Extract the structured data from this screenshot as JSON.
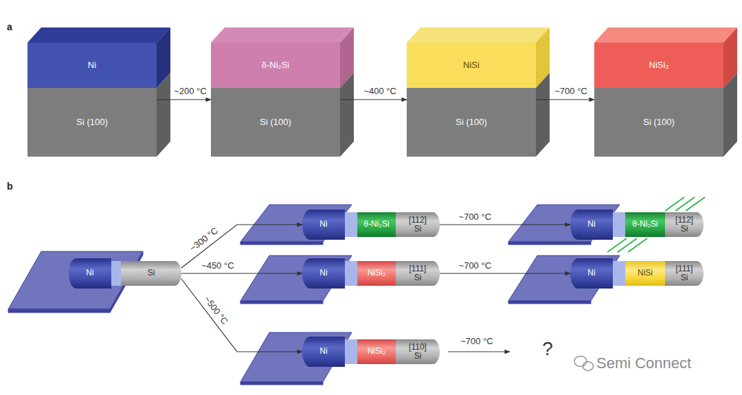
{
  "diagram": {
    "nodes": [
      {
        "text": [
          "Ni"
        ]
      },
      {
        "text": [
          "Si (100)"
        ]
      },
      {
        "text": [
          "δ-Ni₂Si"
        ]
      },
      {
        "text": [
          "Si (100)"
        ]
      },
      {
        "text": [
          "NiSi"
        ]
      },
      {
        "text": [
          "Si (100)"
        ]
      },
      {
        "text": [
          "NiSi₂"
        ]
      },
      {
        "text": [
          "Si (100)"
        ]
      },
      {
        "text": [
          "Ni"
        ]
      },
      {
        "text": [
          "Si"
        ]
      },
      {
        "text": [
          "Ni"
        ]
      },
      {
        "text": [
          "θ-Ni₂Si"
        ]
      },
      {
        "text": [
          "[112] Si"
        ]
      },
      {
        "text": [
          "Ni"
        ]
      },
      {
        "text": [
          "NiSi₂"
        ]
      },
      {
        "text": [
          "[111] Si"
        ]
      },
      {
        "text": [
          "Ni"
        ]
      },
      {
        "text": [
          "NiSi₂"
        ]
      },
      {
        "text": [
          "[110] Si"
        ]
      },
      {
        "text": [
          "Ni"
        ]
      },
      {
        "text": [
          "θ-Ni₂Si"
        ]
      },
      {
        "text": [
          "[112] Si"
        ]
      },
      {
        "text": [
          "Ni"
        ]
      },
      {
        "text": [
          "NiSi"
        ]
      },
      {
        "text": [
          "[111] Si"
        ]
      }
    ],
    "edges": [
      {
        "from": 1,
        "to": 3,
        "arrow": "to",
        "label": "~200 °C"
      },
      {
        "from": 3,
        "to": 5,
        "arrow": "to",
        "label": "~400 °C"
      },
      {
        "from": 5,
        "to": 7,
        "arrow": "to",
        "label": "~700 °C"
      },
      {
        "from": 9,
        "to": 10,
        "arrow": "to",
        "label": "~300 °C"
      },
      {
        "from": 9,
        "to": 13,
        "arrow": "to",
        "label": "~450 °C"
      },
      {
        "from": 9,
        "to": 16,
        "arrow": "to",
        "label": "~500 °C"
      },
      {
        "from": 12,
        "to": 19,
        "arrow": "to",
        "label": "~700 °C"
      },
      {
        "from": 15,
        "to": 22,
        "arrow": "to",
        "label": "~700 °C"
      }
    ],
    "labels": [
      "a",
      "b",
      "~700 °C",
      "?",
      "Semi Connect"
    ]
  }
}
